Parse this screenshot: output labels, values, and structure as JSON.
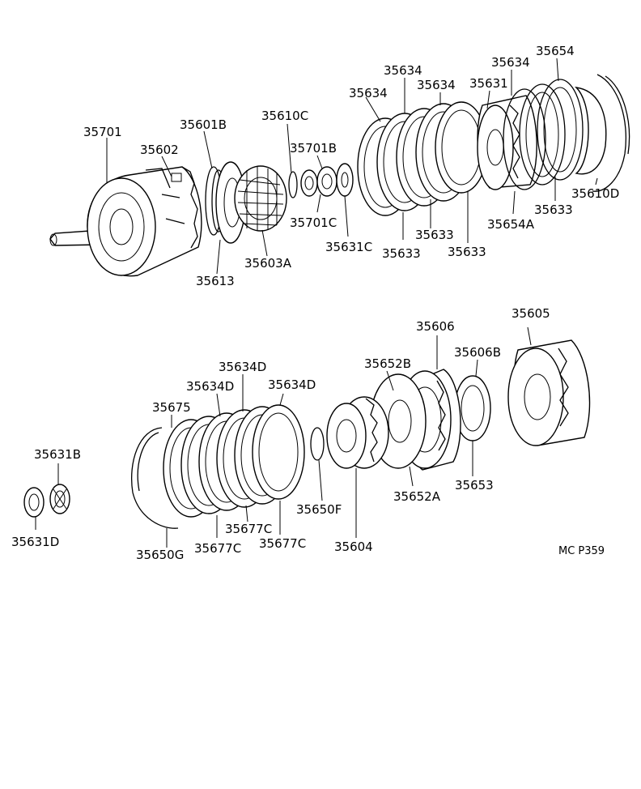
{
  "diagram": {
    "code": "MC P359",
    "labels": {
      "p35701": "35701",
      "p35602": "35602",
      "p35601B": "35601B",
      "p35610C": "35610C",
      "p35701B": "35701B",
      "p35701C": "35701C",
      "p35613": "35613",
      "p35603A": "35603A",
      "p35631C": "35631C",
      "p35634a": "35634",
      "p35634b": "35634",
      "p35634c": "35634",
      "p35634d": "35634",
      "p35631": "35631",
      "p35654": "35654",
      "p35633a": "35633",
      "p35633b": "35633",
      "p35633c": "35633",
      "p35633d": "35633",
      "p35654A": "35654A",
      "p35610D": "35610D",
      "p35605": "35605",
      "p35606": "35606",
      "p35606B": "35606B",
      "p35652B": "35652B",
      "p35652A": "35652A",
      "p35653": "35653",
      "p35604": "35604",
      "p35650F": "35650F",
      "p35634Da": "35634D",
      "p35634Db": "35634D",
      "p35634Dc": "35634D",
      "p35675": "35675",
      "p35677Ca": "35677C",
      "p35677Cb": "35677C",
      "p35677Cc": "35677C",
      "p35650G": "35650G",
      "p35631B": "35631B",
      "p35631D": "35631D"
    }
  }
}
